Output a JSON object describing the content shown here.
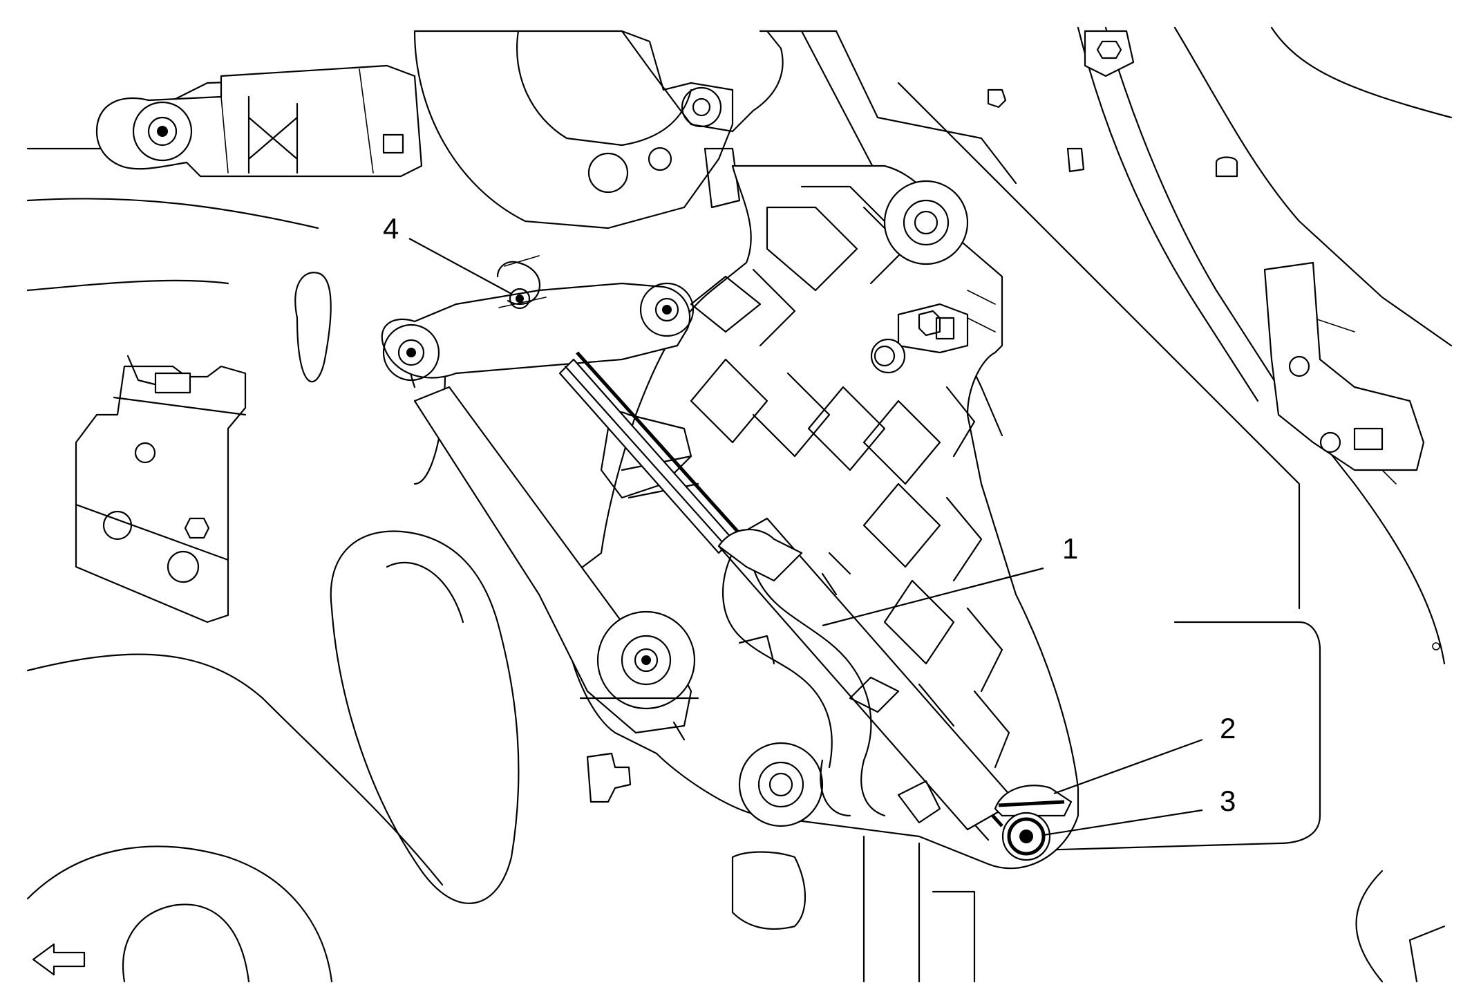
{
  "figure": {
    "callouts": [
      {
        "id": "callout-1",
        "label": "1"
      },
      {
        "id": "callout-2",
        "label": "2"
      },
      {
        "id": "callout-3",
        "label": "3"
      },
      {
        "id": "callout-4",
        "label": "4"
      }
    ],
    "orientation_arrow": "left-arrow-icon",
    "line_color": "#000000",
    "background_color": "#ffffff"
  }
}
